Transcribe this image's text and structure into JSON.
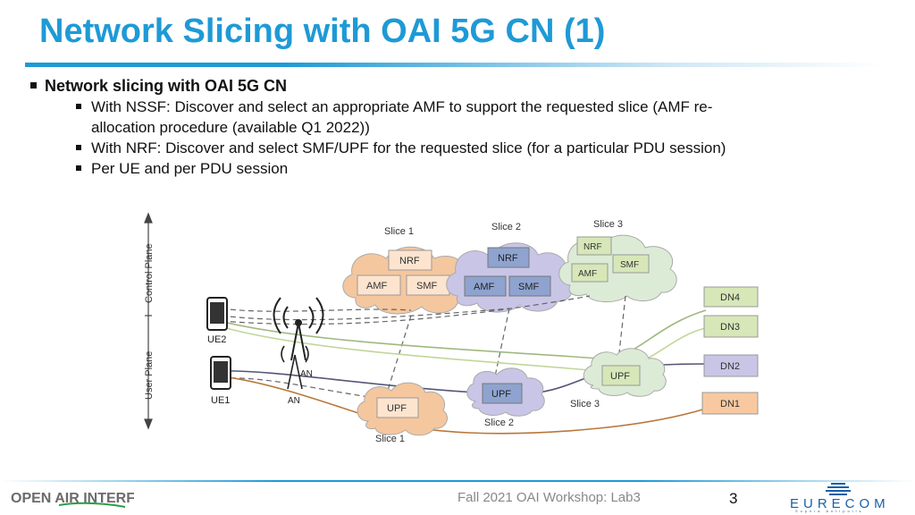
{
  "slide": {
    "title": "Network Slicing with OAI 5G CN (1)",
    "bullets": {
      "main": "Network slicing with OAI 5G CN",
      "sub1_line1": "With NSSF: Discover and select an appropriate AMF to support the requested slice (AMF re-",
      "sub1_line2": "allocation procedure (available Q1 2022))",
      "sub2": "With NRF: Discover and select SMF/UPF for the requested slice (for a particular PDU session)",
      "sub3": "Per UE and per PDU session"
    }
  },
  "diagram": {
    "control_plane": "Control Plane",
    "user_plane": "User Plane",
    "slice1": {
      "label": "Slice 1",
      "nrf": "NRF",
      "amf": "AMF",
      "smf": "SMF",
      "upf": "UPF",
      "upf_label": "Slice 1"
    },
    "slice2": {
      "label": "Slice 2",
      "nrf": "NRF",
      "amf": "AMF",
      "smf": "SMF",
      "upf": "UPF",
      "upf_label": "Slice 2"
    },
    "slice3": {
      "label": "Slice 3",
      "nrf": "NRF",
      "amf": "AMF",
      "smf": "SMF",
      "upf": "UPF",
      "upf_label": "Slice 3"
    },
    "ue2": "UE2",
    "ue1": "UE1",
    "an_top": "AN",
    "an_bottom": "AN",
    "dn4": "DN4",
    "dn3": "DN3",
    "dn2": "DN2",
    "dn1": "DN1",
    "colors": {
      "slice1": "#f5c79e",
      "slice2": "#c9c5e6",
      "slice3": "#dcebd6",
      "dn4": "#d7e7b8",
      "dn3": "#d7e7b8",
      "dn2": "#c9c5e6",
      "dn1": "#f8c9a0"
    }
  },
  "footer": {
    "text": "Fall 2021 OAI Workshop: Lab3",
    "page": "3",
    "logo_left": "OPEN AIR INTERFACE",
    "logo_right": "EURECOM",
    "logo_right_sub": "Sophia Antipolis"
  }
}
